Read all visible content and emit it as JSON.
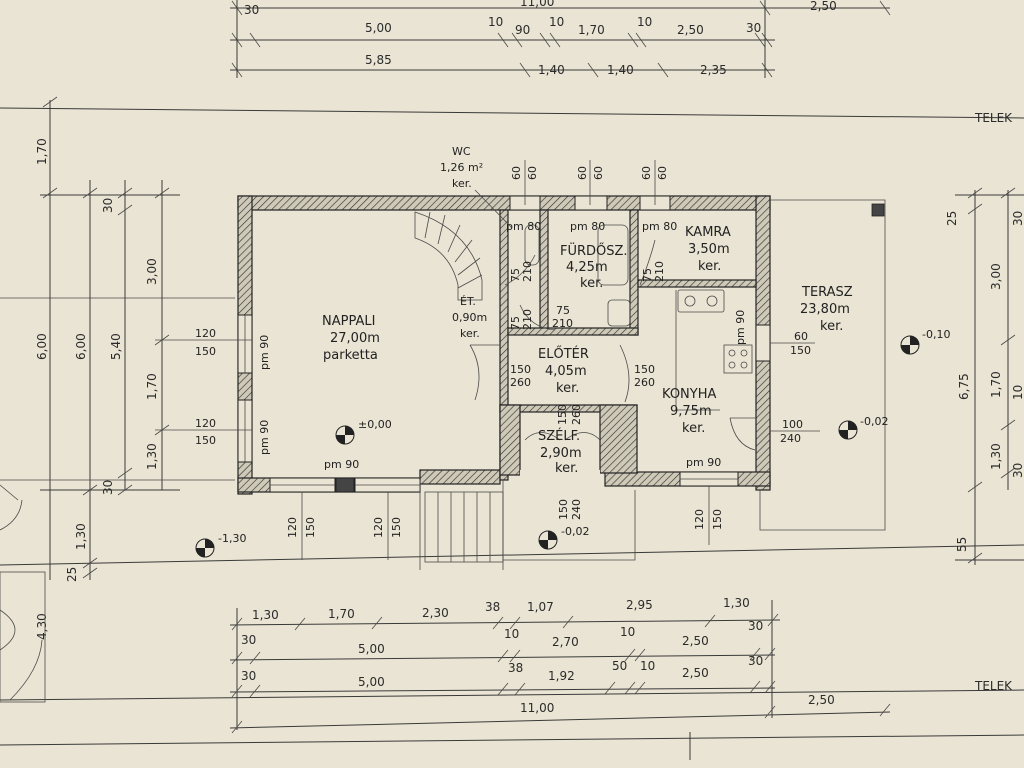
{
  "rooms": {
    "nappali": {
      "name": "NAPPALI",
      "area": "27,00m",
      "finish": "parketta"
    },
    "wc": {
      "name": "WC",
      "area": "1,26 m²",
      "finish": "ker."
    },
    "furdo": {
      "name": "FÜRDŐSZ.",
      "area": "4,25m",
      "finish": "ker."
    },
    "kamra": {
      "name": "KAMRA",
      "area": "3,50m",
      "finish": "ker."
    },
    "terasz": {
      "name": "TERASZ",
      "area": "23,80m",
      "finish": "ker."
    },
    "et": {
      "name": "ÉT.",
      "area": "0,90m",
      "finish": "ker."
    },
    "eloter": {
      "name": "ELŐTÉR",
      "area": "4,05m",
      "finish": "ker."
    },
    "konyha": {
      "name": "KONYHA",
      "area": "9,75m",
      "finish": "ker."
    },
    "szelf": {
      "name": "SZÉLF.",
      "area": "2,90m",
      "finish": "ker."
    }
  },
  "levels": {
    "nappali": "±0,00",
    "left_outside": "-1,30",
    "entrance": "-0,02",
    "konyha_out": "-0,02",
    "terasz": "-0,10"
  },
  "labels": {
    "telek_top": "TELEK",
    "telek_bottom": "TELEK",
    "pm90": "pm 90",
    "pm80": "pm 80"
  },
  "dims_top": {
    "row0": [
      "30",
      "11,00",
      "2,50"
    ],
    "row1": [
      "5,00",
      "10",
      "90",
      "10",
      "1,70",
      "10",
      "2,50",
      "30"
    ],
    "row2": [
      "5,85",
      "1,40",
      "1,40",
      "2,35"
    ]
  },
  "dims_left": {
    "outer": [
      "6,00",
      "6,00",
      "5,40",
      "1,70"
    ],
    "inner": [
      "30",
      "3,00",
      "1,70",
      "1,30",
      "30",
      "1,30",
      "25",
      "4,30"
    ]
  },
  "dims_right": [
    "25",
    "30",
    "3,00",
    "6,75",
    "1,70",
    "10",
    "1,30",
    "30",
    "55"
  ],
  "dims_bottom": {
    "row1": [
      "1,30",
      "1,70",
      "2,30",
      "38",
      "1,07",
      "2,95",
      "1,30"
    ],
    "row2": [
      "30",
      "5,00",
      "10",
      "2,70",
      "10",
      "2,50",
      "30"
    ],
    "row3": [
      "30",
      "5,00",
      "38",
      "1,92",
      "50",
      "10",
      "2,50",
      "30"
    ],
    "row4": [
      "11,00",
      "2,50"
    ]
  },
  "openings": {
    "w_left_a": [
      "120",
      "150"
    ],
    "w_left_b": [
      "120",
      "150"
    ],
    "w_bottom_a": [
      "120",
      "150"
    ],
    "w_bottom_b": [
      "120",
      "150"
    ],
    "w_konyha_b": [
      "120",
      "150"
    ],
    "w_top": [
      "60",
      "60"
    ],
    "d_eloter_l": [
      "150",
      "260"
    ],
    "d_eloter_r": [
      "150",
      "260"
    ],
    "d_konyha": [
      "100",
      "240"
    ],
    "d_terasz": [
      "60",
      "150"
    ],
    "d_entry": [
      "150",
      "240"
    ],
    "d_szelf": [
      "150",
      "260"
    ],
    "d_inner_a": [
      "75",
      "210"
    ],
    "d_inner_b": [
      "75",
      "210"
    ]
  }
}
